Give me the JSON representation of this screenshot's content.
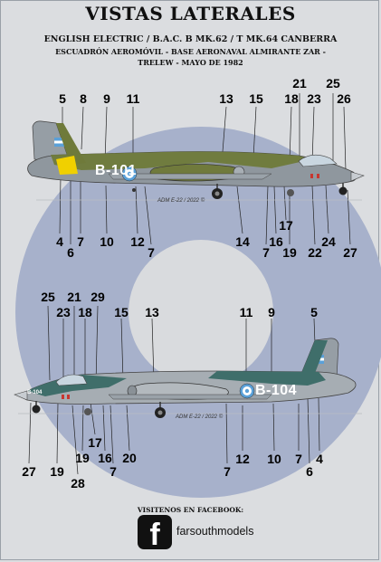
{
  "header": {
    "title": "VISTAS LATERALES",
    "subtitle": "ENGLISH ELECTRIC / B.A.C. B MK.62 / T MK.64 CANBERRA",
    "line3": "ESCUADRÓN AEROMÓVIL - BASE AERONAVAL ALMIRANTE ZAR -",
    "line4": "TRELEW - MAYO DE 1982"
  },
  "aircraft_top": {
    "serial": "B-101",
    "copyright": "ADM E-22 / 2022 ©",
    "callouts": [
      "5",
      "8",
      "9",
      "11",
      "13",
      "15",
      "18",
      "21",
      "23",
      "25",
      "26",
      "4",
      "6",
      "7",
      "10",
      "12",
      "7",
      "14",
      "7",
      "16",
      "17",
      "19",
      "22",
      "24",
      "27"
    ]
  },
  "aircraft_bottom": {
    "serial": "B-104",
    "nose_code": "B-104",
    "copyright": "ADM E-22 / 2022 ©",
    "callouts": [
      "25",
      "21",
      "29",
      "23",
      "18",
      "15",
      "13",
      "11",
      "9",
      "5",
      "17",
      "27",
      "19",
      "28",
      "19",
      "16",
      "7",
      "20",
      "7",
      "12",
      "10",
      "7",
      "6",
      "4"
    ]
  },
  "footer": {
    "facebook_label": "VISITENOS EN FACEBOOK:",
    "facebook_icon_letter": "f",
    "page_name": "farsouthmodels"
  },
  "colors": {
    "roundel_outer": "#a7b1cb",
    "roundel_inner": "#d9dbde",
    "background": "#dbdde0",
    "camo_green": "#6f7a3a",
    "camo_grey": "#8f979e",
    "teal": "#3f6e6a",
    "yellow_band": "#f0d000"
  }
}
